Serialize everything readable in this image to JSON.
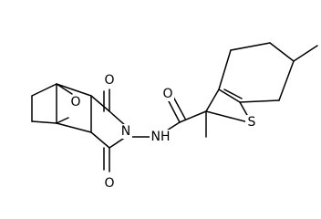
{
  "diagram": {
    "type": "chemical-structure",
    "atoms": [
      {
        "id": "O_bridge",
        "label": "O"
      },
      {
        "id": "O_top",
        "label": "O"
      },
      {
        "id": "O_bottom",
        "label": "O"
      },
      {
        "id": "N_imide",
        "label": "N"
      },
      {
        "id": "N_amide",
        "label": "NH"
      },
      {
        "id": "O_amide",
        "label": "O"
      },
      {
        "id": "S_ring",
        "label": "S"
      }
    ]
  }
}
